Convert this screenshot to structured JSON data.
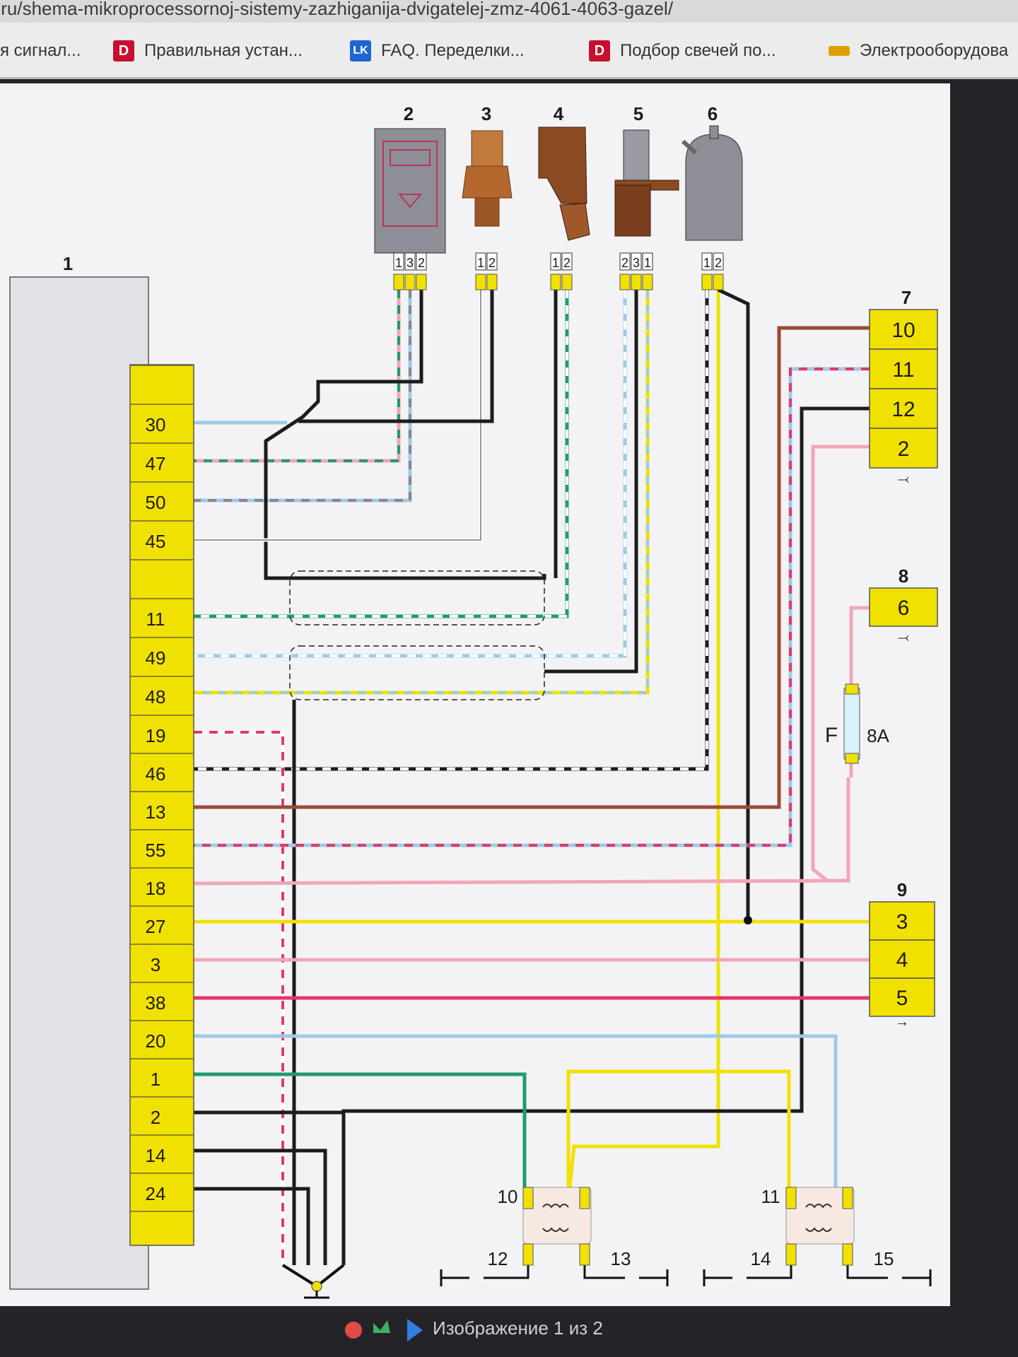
{
  "browser": {
    "url": ".ru/shema-mikroprocessornoj-sistemy-zazhiganija-dvigatelej-zmz-4061-4063-gazel/",
    "bookmarks": [
      {
        "icon": "",
        "label": "я сигнал..."
      },
      {
        "icon": "D",
        "label": "Правильная устан...",
        "color": "#c8102e"
      },
      {
        "icon": "LK",
        "label": "FAQ. Переделки...",
        "color": "#1e66d0"
      },
      {
        "icon": "D",
        "label": "Подбор свечей по...",
        "color": "#c8102e"
      },
      {
        "icon": "",
        "label": "Электрооборудова",
        "color": "#e0a000"
      }
    ]
  },
  "viewer": {
    "status": "Изображение 1 из 2"
  },
  "diagram": {
    "block_label": "1",
    "ecu_pins": [
      "30",
      "47",
      "50",
      "45",
      "11",
      "49",
      "48",
      "19",
      "46",
      "13",
      "55",
      "18",
      "27",
      "3",
      "38",
      "20",
      "1",
      "2",
      "14",
      "24"
    ],
    "sensors": [
      {
        "num": "2",
        "pins": [
          "1",
          "3",
          "2"
        ]
      },
      {
        "num": "3",
        "pins": [
          "1",
          "2"
        ]
      },
      {
        "num": "4",
        "pins": [
          "1",
          "2"
        ]
      },
      {
        "num": "5",
        "pins": [
          "2",
          "3",
          "1"
        ]
      },
      {
        "num": "6",
        "pins": [
          "1",
          "2"
        ]
      }
    ],
    "block7": {
      "num": "7",
      "pins": [
        "10",
        "11",
        "12",
        "2"
      ]
    },
    "block8": {
      "num": "8",
      "pins": [
        "6"
      ]
    },
    "block9": {
      "num": "9",
      "pins": [
        "3",
        "4",
        "5"
      ]
    },
    "fuse": {
      "letter": "F",
      "rating": "8A"
    },
    "coils": [
      {
        "num": "10",
        "left_out": "12",
        "right_out": "13"
      },
      {
        "num": "11",
        "left_out": "14",
        "right_out": "15"
      }
    ]
  },
  "colors": {
    "yellow": "#f1e100",
    "paper": "#f3f3f6",
    "black": "#1c1c1c",
    "lightblue": "#9ccbe8",
    "pink": "#f2a6b8",
    "red": "#e6366b",
    "green": "#1f9b6f",
    "brown": "#9a4a32"
  }
}
